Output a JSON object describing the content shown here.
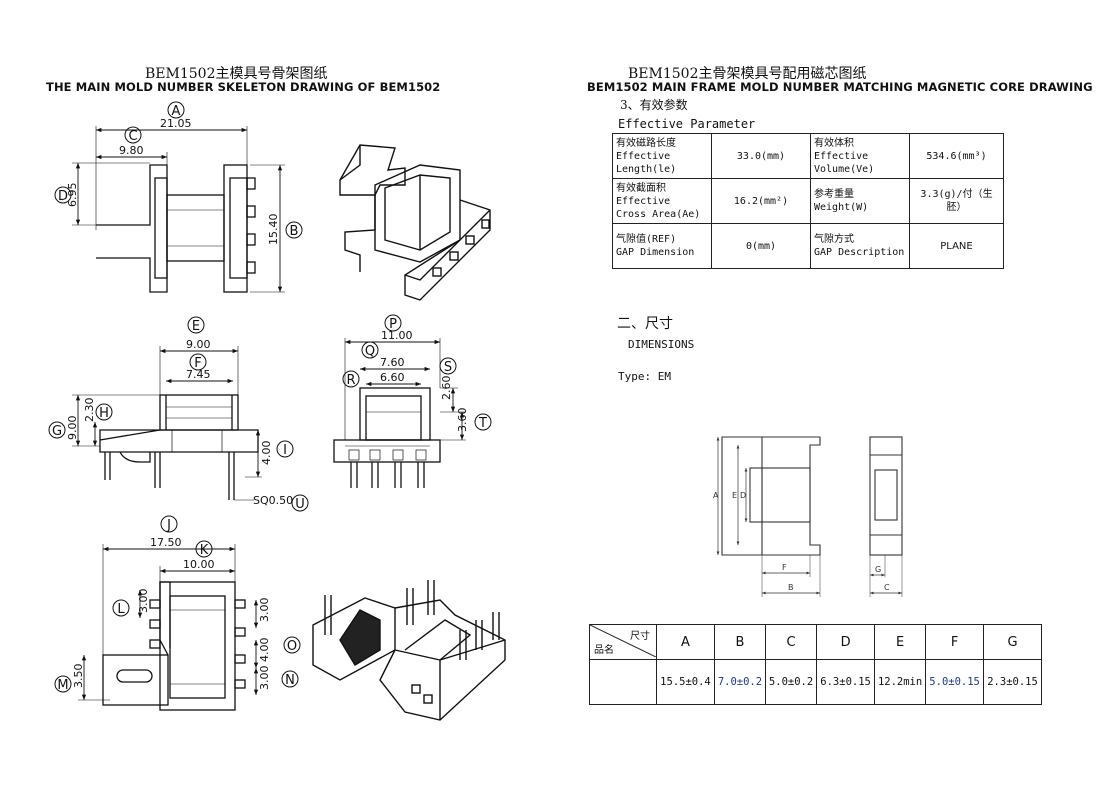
{
  "left": {
    "title_cn": "BEM1502主模具号骨架图纸",
    "title_en": "THE MAIN MOLD NUMBER SKELETON DRAWING OF BEM1502",
    "dims": {
      "A": "21.05",
      "C": "9.80",
      "D": "6.95",
      "B": "15.40",
      "E": "9.00",
      "F": "7.45",
      "G": "9.00",
      "H": "2.30",
      "I": "4.00",
      "U": "SQ0.50",
      "P": "11.00",
      "Q": "7.60",
      "R": "6.60",
      "S": "2.60",
      "T": "3.60",
      "J": "17.50",
      "K": "10.00",
      "L": "3.00",
      "O1": "3.00",
      "O2": "4.00",
      "N": "3.00",
      "M": "3.50"
    },
    "letters": [
      "A",
      "B",
      "C",
      "D",
      "E",
      "F",
      "G",
      "H",
      "I",
      "J",
      "K",
      "L",
      "M",
      "N",
      "O",
      "P",
      "Q",
      "R",
      "S",
      "T",
      "U"
    ]
  },
  "right": {
    "title_cn": "BEM1502主骨架模具号配用磁芯图纸",
    "title_en": "BEM1502 MAIN FRAME MOLD NUMBER MATCHING MAGNETIC CORE DRAWING",
    "section3": "3、有效参数",
    "effective_title": "Effective Parameter",
    "params": [
      {
        "l1": "有效磁路长度",
        "l2": "Effective",
        "l3": "Length(le)",
        "v": "33.0(mm)",
        "r1": "有效体积",
        "r2": "Effective",
        "r3": "Volume(Ve)",
        "rv": "534.6(mm³)"
      },
      {
        "l1": "有效截面积",
        "l2": "Effective",
        "l3": "Cross Area(Ae)",
        "v": "16.2(mm²)",
        "r1": "参考重量",
        "r2": "Weight(W)",
        "r3": "",
        "rv": "3.3(g)/付（生胚）"
      },
      {
        "l1": "气隙值(REF)",
        "l2": "GAP Dimension",
        "l3": "",
        "v": "0(mm)",
        "r1": "气隙方式",
        "r2": "GAP Description",
        "r3": "",
        "rv": "PLANE"
      }
    ],
    "section2": "二、尺寸",
    "dimensions_label": "DIMENSIONS",
    "type_label": "Type: EM",
    "core_labels": {
      "A": "A",
      "E": "E",
      "D": "D",
      "F": "F",
      "B": "B",
      "G": "G",
      "C": "C"
    },
    "dim_table": {
      "corner_top": "尺寸",
      "corner_bottom": "品名",
      "headers": [
        "A",
        "B",
        "C",
        "D",
        "E",
        "F",
        "G"
      ],
      "values": [
        "15.5±0.4",
        "7.0±0.2",
        "5.0±0.2",
        "6.3±0.15",
        "12.2min",
        "5.0±0.15",
        "2.3±0.15"
      ]
    }
  }
}
